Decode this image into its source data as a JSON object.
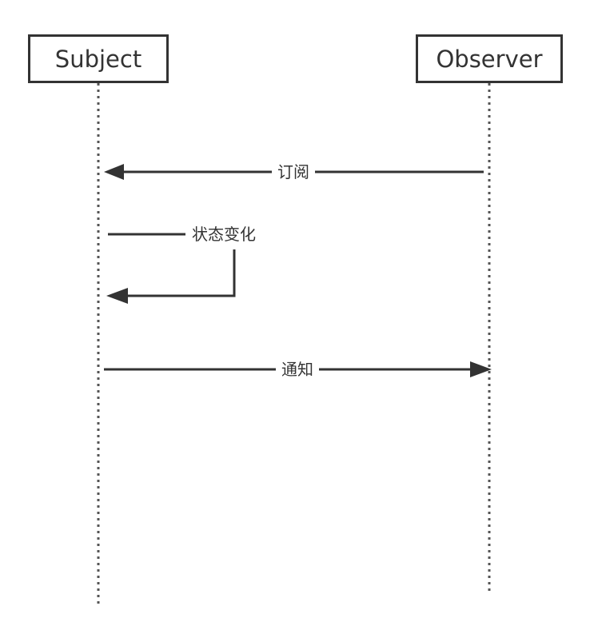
{
  "actors": {
    "subject": "Subject",
    "observer": "Observer"
  },
  "messages": {
    "subscribe": "订阅",
    "state_change": "状态变化",
    "notify": "通知"
  },
  "colors": {
    "line": "#333333",
    "lifeline": "#555555",
    "background": "#ffffff"
  }
}
